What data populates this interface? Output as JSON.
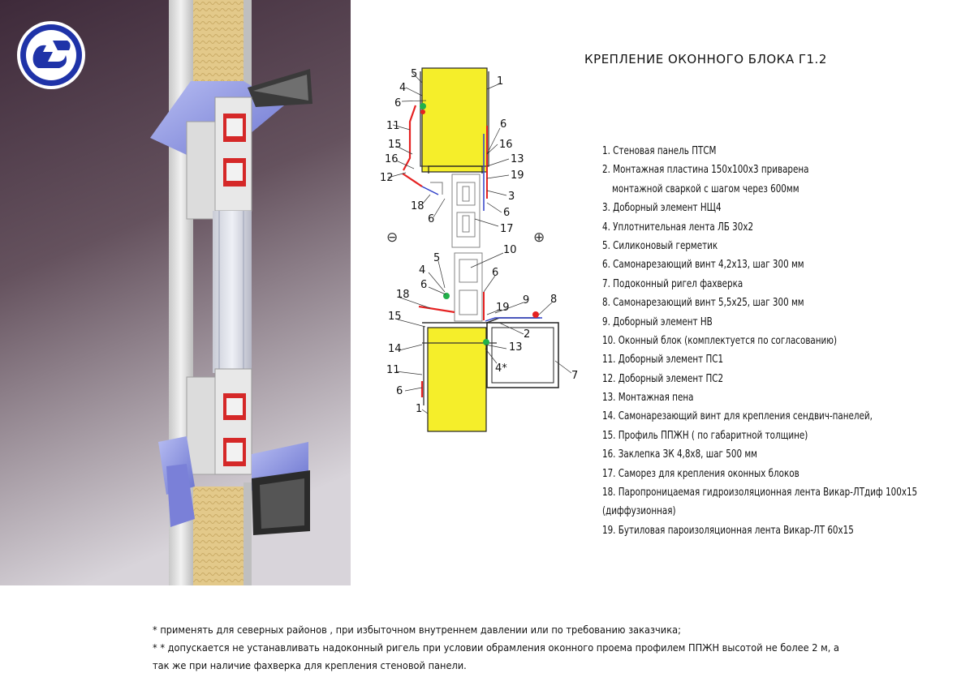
{
  "title": "КРЕПЛЕНИЕ ОКОННОГО БЛОКА Г1.2",
  "legend": [
    {
      "text": "1. Стеновая панель ПТСМ"
    },
    {
      "text": "2. Монтажная пластина 150х100х3 приварена"
    },
    {
      "text": "монтажной сваркой с шагом через 600мм",
      "cont": true
    },
    {
      "text": "3. Доборный элемент НЩ4"
    },
    {
      "text": "4. Уплотнительная лента ЛБ 30х2"
    },
    {
      "text": "5. Силиконовый герметик"
    },
    {
      "text": "6. Самонарезающий винт 4,2х13, шаг 300 мм"
    },
    {
      "text": "7. Подоконный ригел фахверка"
    },
    {
      "text": "8. Самонарезающий винт 5,5х25, шаг 300 мм"
    },
    {
      "text": "9. Доборный элемент НВ"
    },
    {
      "text": "10. Оконный блок (комплектуется по согласованию)"
    },
    {
      "text": "11. Доборный элемент ПС1"
    },
    {
      "text": "12. Доборный элемент ПС2"
    },
    {
      "text": "13. Монтажная пена"
    },
    {
      "text": "14. Самонарезающий винт для крепления сендвич-панелей,"
    },
    {
      "text": "15. Профиль ППЖН ( по габаритной толщине)"
    },
    {
      "text": "16. Заклепка ЗК 4,8х8, шаг 500 мм"
    },
    {
      "text": "17. Саморез для крепления оконных блоков"
    },
    {
      "text": "18. Паропроницаемая гидроизоляционная лента Викар-ЛТдиф 100х15"
    },
    {
      "text": "(диффузионная)",
      "cont": true,
      "flush": true
    },
    {
      "text": "19. Бутиловая пароизоляционная лента Викар-ЛТ 60х15"
    }
  ],
  "notes": [
    "* применять для  северных районов , при избыточном внутреннем давлении или по требованию заказчика;",
    "* * допускается не устанавливать надоконный ригель при условии обрамления оконного проема профилем  ППЖН высотой не более 2 м, а",
    "так же при наличие фахверка для крепления стеновой панели."
  ],
  "drawing": {
    "minus_sign": "⊖",
    "plus_sign": "⊕",
    "top_callouts": [
      "5",
      "4",
      "6",
      "1",
      "11",
      "15",
      "16",
      "12",
      "18",
      "6",
      "6",
      "16",
      "13",
      "19",
      "3",
      "6",
      "17"
    ],
    "bottom_callouts": [
      "10",
      "5",
      "4",
      "6",
      "6",
      "18",
      "9",
      "8",
      "19",
      "15",
      "2",
      "14",
      "13",
      "4*",
      "11",
      "6",
      "1",
      "7"
    ]
  },
  "colors": {
    "insulation": "#f5ee2a",
    "sealant_red": "#e52222",
    "green": "#22b04a",
    "blue_tape": "#3040c8",
    "logo_blue": "#1f33a8"
  }
}
